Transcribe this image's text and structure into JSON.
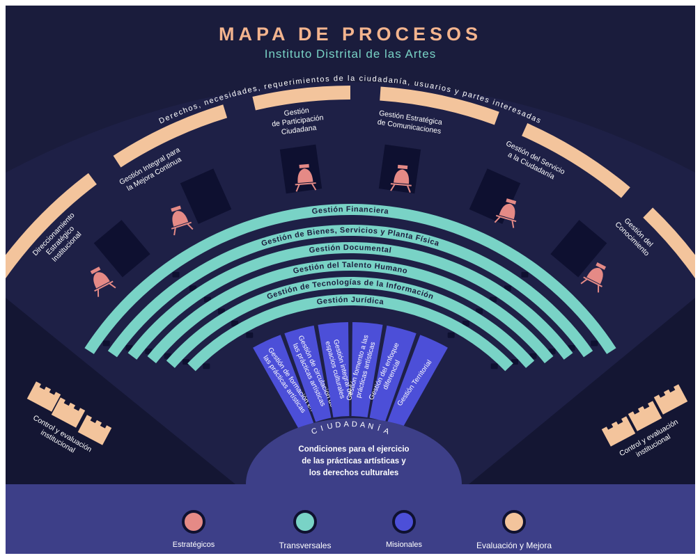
{
  "header": {
    "title": "MAPA DE PROCESOS",
    "subtitle": "Instituto Distrital de las Artes"
  },
  "arc_text": "Derechos, necesidades, requerimientos de la ciudadanía, usuarios y partes interesadas",
  "strategic": [
    [
      "Direccionamiento",
      "Estratégico",
      "Institucional"
    ],
    [
      "Gestión Integral para",
      "la Mejora Continua"
    ],
    [
      "Gestión",
      "de Participación",
      "Ciudadana"
    ],
    [
      "Gestión Estratégica",
      "de Comunicaciones"
    ],
    [
      "Gestión del Servicio",
      "a la Ciudadanía"
    ],
    [
      "Gestión del",
      "Conocimiento"
    ]
  ],
  "transversal": [
    "Gestión Financiera",
    "Gestión de Bienes, Servicios y Planta Física",
    "Gestión Documental",
    "Gestión del Talento Humano",
    "Gestión de Tecnologías de la Información",
    "Gestión Jurídica"
  ],
  "missional": [
    [
      "Gestión de formación en",
      "las prácticas artísticas"
    ],
    [
      "Gestión de circulación de",
      "las prácticas artísticas"
    ],
    [
      "Gestión integral de",
      "espacios culturales"
    ],
    [
      "Gestión fomento a las",
      "prácticas artísticas"
    ],
    [
      "Gestión del enfoque",
      "diferencial"
    ],
    [
      "Gestión Territorial"
    ]
  ],
  "control_left": [
    "Control y evaluación",
    "institucional"
  ],
  "control_right": [
    "Control y evaluación",
    "institucional"
  ],
  "ciudadania": "CIUDADANÍA",
  "base_text": [
    "Condiciones para el ejercicio",
    "de las prácticas artísticas y",
    "los derechos culturales"
  ],
  "legend": [
    {
      "label": "Estratégicos",
      "color": "#e58a86"
    },
    {
      "label": "Transversales",
      "color": "#79d3c6"
    },
    {
      "label": "Misionales",
      "color": "#4c4fd8"
    },
    {
      "label": "Evaluación y Mejora",
      "color": "#f3c49c"
    }
  ],
  "colors": {
    "background": "#1a1c3c",
    "strategic": "#e58a86",
    "transversal": "#79d3c6",
    "missional": "#4c4fd8",
    "evaluation": "#f3c49c",
    "legend_bar": "#3d3f88"
  }
}
